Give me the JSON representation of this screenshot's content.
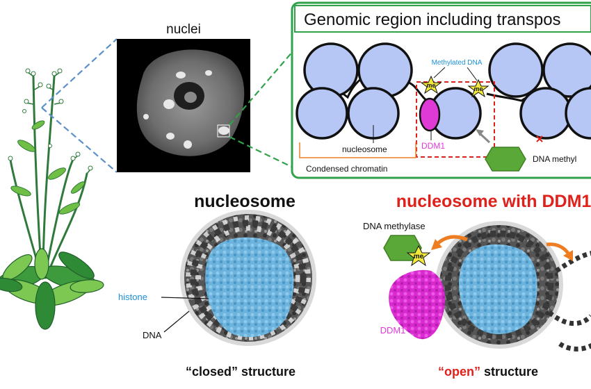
{
  "micro": {
    "title": "nuclei"
  },
  "panel": {
    "title": "Genomic region including transpos"
  },
  "diagram": {
    "methylated_dna": "Methylated DNA",
    "me": "me",
    "nucleosome": "nucleosome",
    "ddm1": "DDM1",
    "condensed": "Condensed chromatin",
    "dna_methylase": "DNA methyl"
  },
  "left": {
    "title": "nucleosome",
    "histone": "histone",
    "dna": "DNA",
    "caption_q": "“closed”",
    "caption_rest": " structure"
  },
  "right": {
    "title": "nucleosome with DDM1",
    "methylase": "DNA methylase",
    "me": "me",
    "ddm1": "DDM1",
    "caption_q": "“open”",
    "caption_rest": " structure"
  },
  "colors": {
    "nucleosome_fill": "#b7c7f5",
    "ddm1": "#e03ad6",
    "green": "#5aa838",
    "red_title": "#e0201a",
    "histone": "#6cb3dd",
    "label_blue": "#1d8fd6",
    "orange": "#ee7d22"
  }
}
